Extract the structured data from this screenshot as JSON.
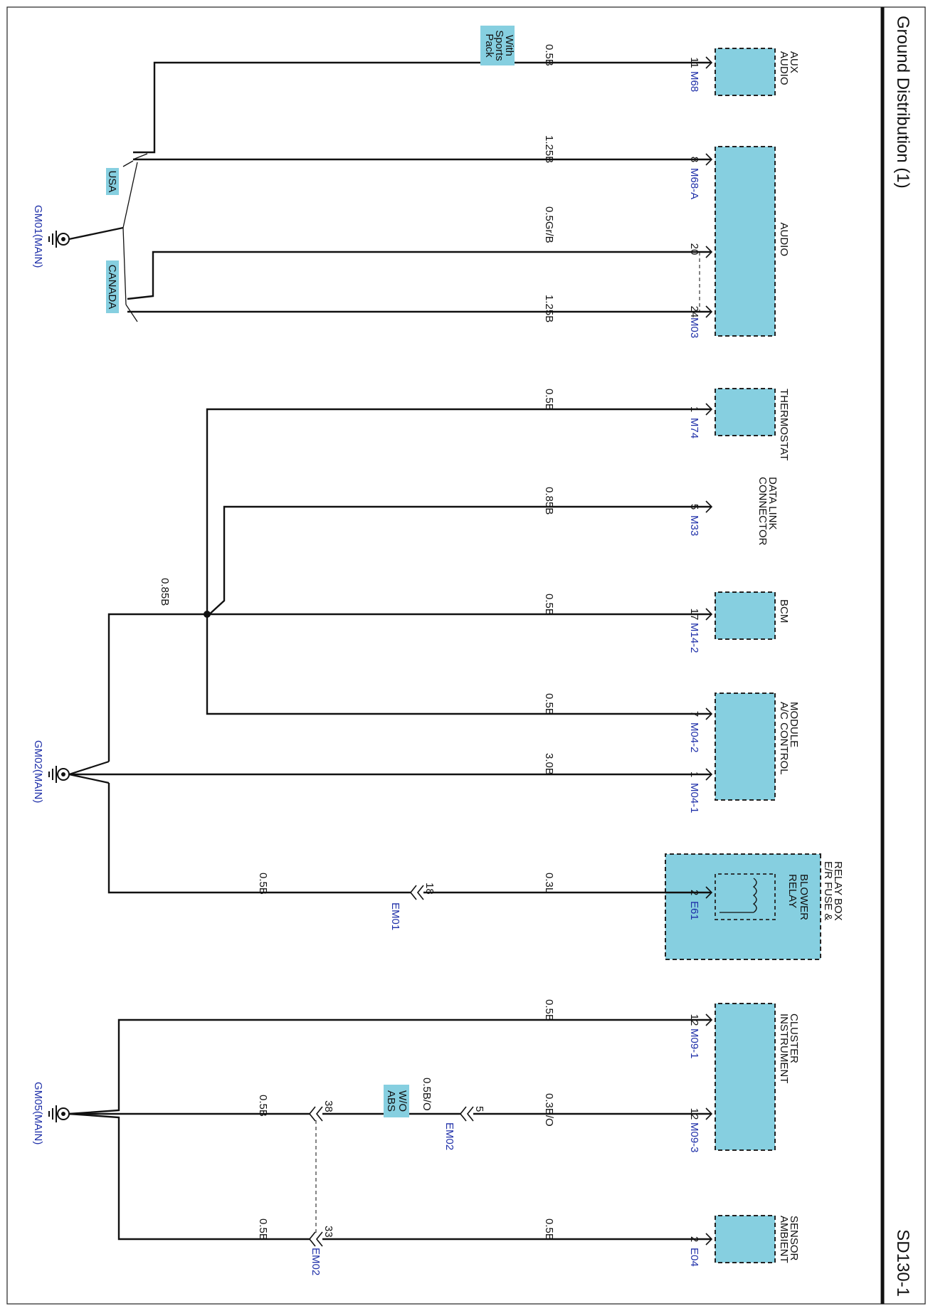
{
  "title": "Ground Distribution (1)",
  "page_id": "SD130-1",
  "grounds": [
    {
      "name": "GM01(MAIN)"
    },
    {
      "name": "GM02(MAIN)"
    },
    {
      "name": "GM05(MAIN)"
    }
  ],
  "components": [
    {
      "name": [
        "AUDIO",
        "AUX"
      ],
      "connector": "M68",
      "pin": "11",
      "wire": "0.5B"
    },
    {
      "name": [
        "AUDIO"
      ],
      "connectors": [
        "M68-A",
        "M03"
      ],
      "pins": [
        "8",
        "20",
        "24"
      ],
      "wires": [
        "1.25B",
        "0.5Gr/B",
        "1.25B"
      ]
    },
    {
      "name": [
        "THERMOSTAT"
      ],
      "connector": "M74",
      "pin": "1",
      "wire": "0.5B"
    },
    {
      "name": [
        "DATA LINK",
        "CONNECTOR"
      ],
      "connector": "M33",
      "pin": "5",
      "wire": "0.85B"
    },
    {
      "name": [
        "BCM"
      ],
      "connector": "M14-2",
      "pin": "17",
      "wire": "0.5B"
    },
    {
      "name": [
        "A/C CONTROL",
        "MODULE"
      ],
      "connectors": [
        "M04-2",
        "M04-1"
      ],
      "pins": [
        "7",
        "1"
      ],
      "wires": [
        "0.5B",
        "3.0B"
      ]
    },
    {
      "name": [
        "E/R FUSE &",
        "RELAY BOX"
      ],
      "sub": [
        "BLOWER",
        "RELAY"
      ],
      "connector": "E61",
      "pin": "2",
      "wire": "0.3L"
    },
    {
      "name": [
        "INSTRUMENT",
        "CLUSTER"
      ],
      "connectors": [
        "M09-1",
        "M09-3"
      ],
      "pins": [
        "12",
        "12"
      ],
      "wires": [
        "0.5B",
        "0.3B/O"
      ]
    },
    {
      "name": [
        "AMBIENT",
        "SENSOR"
      ],
      "connector": "E04",
      "pin": "2",
      "wire": "0.5B"
    }
  ],
  "inline_connectors": [
    {
      "name": "EM01",
      "pin": "18"
    },
    {
      "name": "EM02",
      "pin": "5"
    },
    {
      "name": "EM02",
      "pin": "38"
    },
    {
      "name": "EM02",
      "pin": "33"
    }
  ],
  "trunk_wires": {
    "gm02_trunk": "0.85B",
    "em01_to_ground": "0.5B",
    "em02_pin38_to_ground": "0.5B",
    "em02_pin33_to_ground": "0.5B",
    "em02_between": "0.5B/O",
    "ambient_wire": "0.5B"
  },
  "option_tags": {
    "sports": [
      "With",
      "Sports",
      "Pack"
    ],
    "usa": "USA",
    "canada": "CANADA",
    "wo_abs": [
      "W/O",
      "ABS"
    ]
  },
  "colors": {
    "component_fill": "#86cfe0",
    "connector_text": "#1e2fa8",
    "wire": "#111111"
  }
}
